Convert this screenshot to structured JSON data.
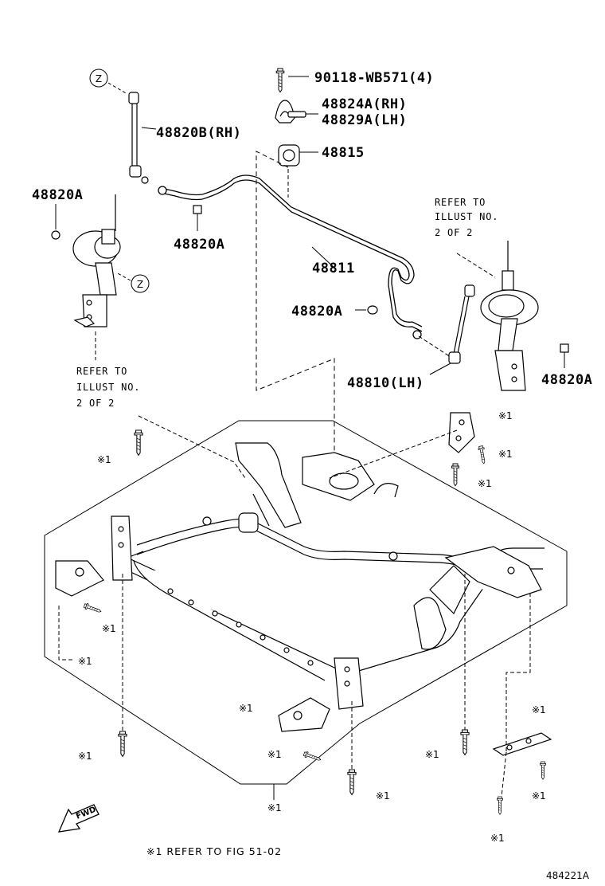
{
  "parts": {
    "bolt": "90118-WB571(4)",
    "bracket_rh": "48824A(RH)",
    "bracket_lh": "48829A(LH)",
    "bushing": "48815",
    "link_rh": "48820B(RH)",
    "nut_left_top": "48820A",
    "nut_center": "48820A",
    "stabilizer_bar": "48811",
    "nut_right_mid": "48820A",
    "link_lh": "48810(LH)",
    "nut_right": "48820A"
  },
  "view_markers": {
    "z_top": "Z",
    "z_mid": "Z"
  },
  "refer_notes": {
    "left": [
      "REFER TO",
      "ILLUST NO.",
      "2 OF 2"
    ],
    "right": [
      "REFER TO",
      "ILLUST NO.",
      "2 OF 2"
    ]
  },
  "ref_mark": "※1",
  "fwd_label": "FWD",
  "footnote": "※1 REFER TO FIG 51-02",
  "illustration_number": "484221A"
}
